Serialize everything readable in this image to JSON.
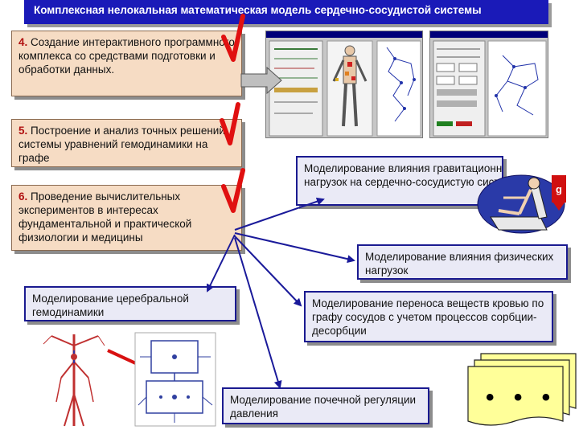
{
  "header": {
    "title": "Комплексная нелокальная математическая модель сердечно-сосудистой системы"
  },
  "steps": [
    {
      "num": "4.",
      "text": " Создание интерактивного программного комплекса со средствами подготовки и обработки данных."
    },
    {
      "num": "5.",
      "text": " Построение и анализ точных решений системы уравнений гемодинамики на графе"
    },
    {
      "num": "6.",
      "text": " Проведение вычислительных экспериментов в интересах фундаментальной и практической физиологии и медицины"
    }
  ],
  "topics": {
    "gravity": "Моделирование влияния гравитационных нагрузок на сердечно-сосудистую систему",
    "physical": "Моделирование влияния физических нагрузок",
    "transfer": "Моделирование переноса веществ кровью по графу сосудов с учетом процессов сорбции-десорбции",
    "cerebral": "Моделирование церебральной гемодинамики",
    "renal": "Моделирование почечной регуляции давления"
  },
  "gravity_symbol": "g",
  "ellipsis": "• • •",
  "colors": {
    "header_bg": "#1a1ab8",
    "step_bg": "#f6dcc4",
    "step_number": "#b01010",
    "topic_border": "#1a1a90",
    "check_mark": "#e01010",
    "arrow": "#1a1a9a",
    "document_stack": "#ffff99"
  }
}
